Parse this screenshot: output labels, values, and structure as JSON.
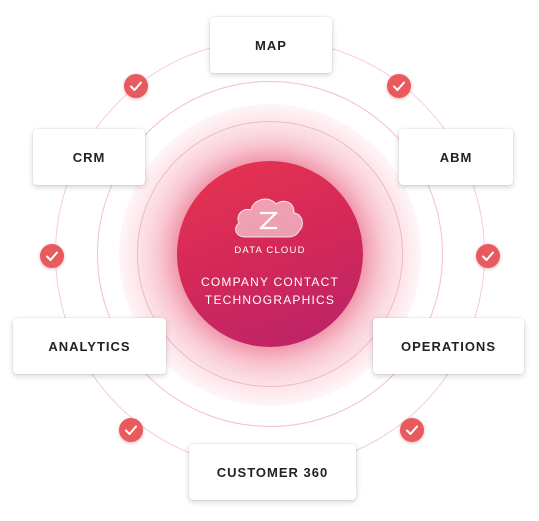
{
  "center": {
    "icon": "cloud-z-logo-icon",
    "label": "DATA CLOUD",
    "line1": "COMPANY CONTACT",
    "line2": "TECHNOGRAPHICS"
  },
  "nodes": {
    "map": "MAP",
    "crm": "CRM",
    "abm": "ABM",
    "analytics": "ANALYTICS",
    "operations": "OPERATIONS",
    "customer360": "CUSTOMER 360"
  },
  "colors": {
    "core_start": "#e8344f",
    "core_end": "#b9236a",
    "check": "#e85a5d",
    "ring": "#f3b6c4",
    "node_text": "#222222"
  },
  "check_icon": "check-circle-icon"
}
